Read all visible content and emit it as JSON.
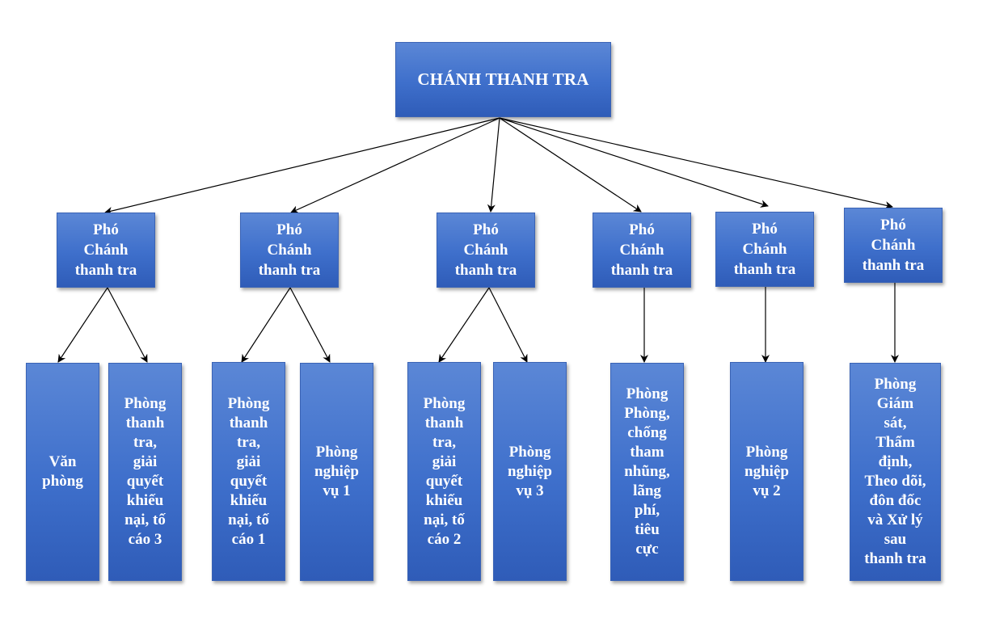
{
  "root": {
    "label": "CHÁNH THANH TRA"
  },
  "deputies": [
    {
      "label": "Phó\nChánh\nthanh tra"
    },
    {
      "label": "Phó\nChánh\nthanh tra"
    },
    {
      "label": "Phó\nChánh\nthanh tra"
    },
    {
      "label": "Phó\nChánh\nthanh tra"
    },
    {
      "label": "Phó\nChánh\nthanh tra"
    },
    {
      "label": "Phó\nChánh\nthanh tra"
    }
  ],
  "departments": [
    {
      "label": "Văn\nphòng"
    },
    {
      "label": "Phòng\nthanh\ntra,\ngiải\nquyết\nkhiếu\nnại, tố\ncáo 3"
    },
    {
      "label": "Phòng\nthanh\ntra,\ngiải\nquyết\nkhiếu\nnại, tố\ncáo 1"
    },
    {
      "label": "Phòng\nnghiệp\nvụ 1"
    },
    {
      "label": "Phòng\nthanh\ntra,\ngiải\nquyết\nkhiếu\nnại, tố\ncáo 2"
    },
    {
      "label": "Phòng\nnghiệp\nvụ 3"
    },
    {
      "label": "Phòng\nPhòng,\nchống\ntham\nnhũng,\nlãng\nphí,\ntiêu\ncực"
    },
    {
      "label": "Phòng\nnghiệp\nvụ 2"
    },
    {
      "label": "Phòng\nGiám\nsát,\nThẩm\nđịnh,\nTheo dõi,\nđôn đốc\nvà Xử lý\nsau\nthanh tra"
    }
  ]
}
